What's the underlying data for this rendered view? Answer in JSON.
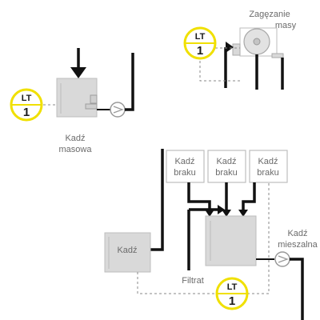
{
  "labels": {
    "kadz_masowa_line1": "Kadź",
    "kadz_masowa_line2": "masowa",
    "zageszczanie_line1": "Zagęzanie",
    "zageszczanie_line2": "masy",
    "kadz_braku_1_line1": "Kadź",
    "kadz_braku_1_line2": "braku",
    "kadz_braku_2_line1": "Kadź",
    "kadz_braku_2_line2": "braku",
    "kadz_braku_3_line1": "Kadź",
    "kadz_braku_3_line2": "braku",
    "kadz_mieszalna_line1": "Kadź",
    "kadz_mieszalna_line2": "mieszalna",
    "kadz": "Kadź",
    "filtrat": "Filtrat"
  },
  "level_transmitters": [
    {
      "tag": "LT",
      "number": "1"
    },
    {
      "tag": "LT",
      "number": "1"
    },
    {
      "tag": "LT",
      "number": "1"
    }
  ],
  "colors": {
    "transmitter_ring": "#f0e000",
    "tank_fill": "#d9d9d9",
    "pipe": "#111111",
    "signal_dashed": "#8a8a8a"
  }
}
